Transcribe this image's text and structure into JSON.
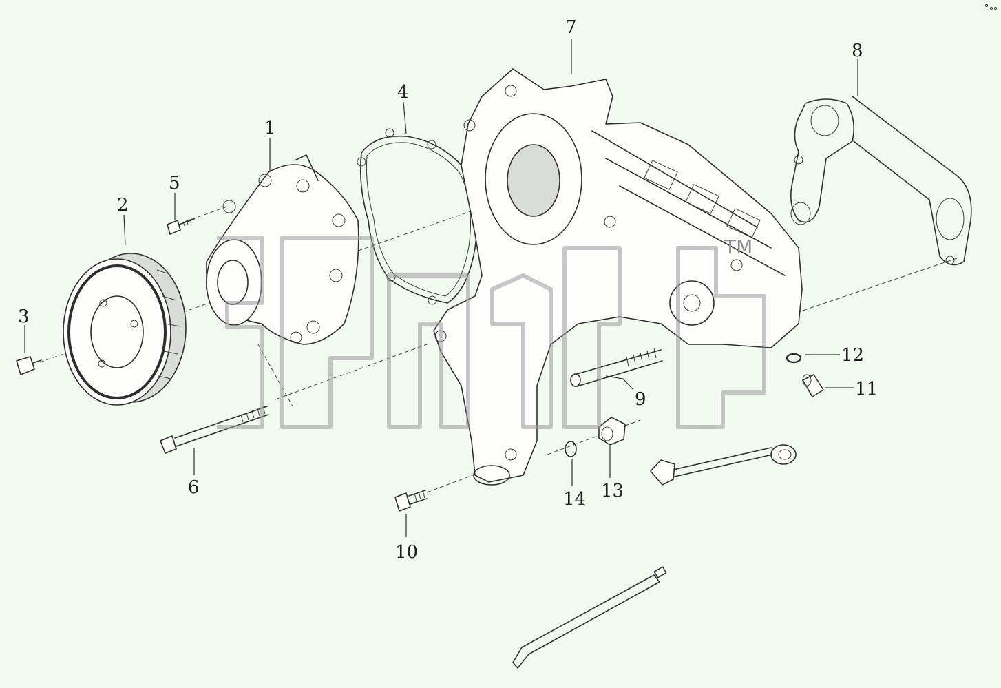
{
  "diagram": {
    "callouts": [
      "1",
      "2",
      "3",
      "4",
      "5",
      "6",
      "7",
      "8",
      "9",
      "10",
      "11",
      "12",
      "13",
      "14"
    ],
    "watermark_mark": "TM"
  }
}
